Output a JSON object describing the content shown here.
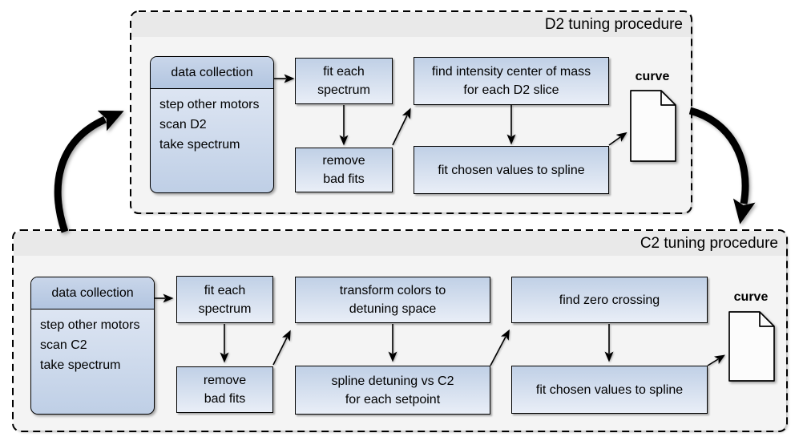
{
  "d2": {
    "title": "D2 tuning procedure",
    "data_collection": {
      "header": "data collection",
      "steps": "step other motors\nscan D2\ntake spectrum"
    },
    "fit_each_spectrum": "fit each\nspectrum",
    "remove_bad_fits": "remove\nbad fits",
    "find_intensity_com": "find intensity center of mass\nfor each D2 slice",
    "fit_chosen_spline": "fit chosen values to spline",
    "curve_label": "curve"
  },
  "c2": {
    "title": "C2 tuning procedure",
    "data_collection": {
      "header": "data collection",
      "steps": "step other motors\nscan C2\ntake spectrum"
    },
    "fit_each_spectrum": "fit each\nspectrum",
    "remove_bad_fits": "remove\nbad fits",
    "transform_colors": "transform colors to\ndetuning space",
    "spline_detuning": "spline detuning vs C2\nfor each setpoint",
    "find_zero_crossing": "find zero crossing",
    "fit_chosen_spline": "fit chosen values to spline",
    "curve_label": "curve"
  },
  "colors": {
    "box_gradient_top": "#c0d0e6",
    "box_gradient_bottom": "#e9eef7",
    "header_gradient_top": "#c9d6ea",
    "header_gradient_bottom": "#b2c5e0",
    "container_title_band": "#e9e9e9",
    "container_body": "#f4f4f4",
    "outline": "#000000",
    "page_background": "#ffffff",
    "document_fill": "#fcfcfc"
  }
}
